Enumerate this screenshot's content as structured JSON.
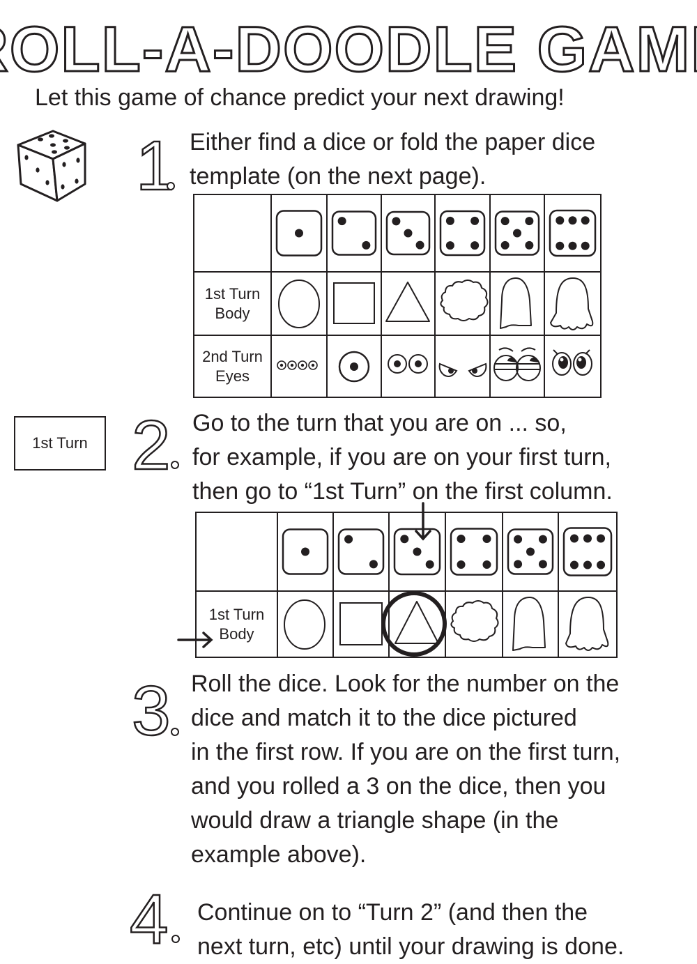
{
  "title": "ROLL-A-DOODLE GAME",
  "subtitle": "Let this game of chance predict your next drawing!",
  "steps": [
    {
      "number": "1",
      "lines": [
        "Either find a dice or fold the paper dice",
        "template (on the next page)."
      ]
    },
    {
      "number": "2",
      "lines": [
        "Go to the turn that you are on ... so,",
        "for example, if you are on your first turn,",
        "then go to “1st Turn” on the first column."
      ]
    },
    {
      "number": "3",
      "lines": [
        "Roll the dice. Look for the number on the",
        "dice and match it to the dice pictured",
        "in the first row. If you are on the first turn,",
        "and you rolled a 3 on the dice, then you",
        "would draw a triangle shape (in the",
        "example above)."
      ]
    },
    {
      "number": "4",
      "lines": [
        "Continue on to “Turn 2” (and then the",
        "next turn, etc) until your drawing is done."
      ]
    }
  ],
  "table1": {
    "dice_faces": [
      1,
      2,
      3,
      4,
      5,
      6
    ],
    "rows": [
      {
        "label_lines": [
          "1st Turn",
          "Body"
        ],
        "icons": [
          "oval-body-icon",
          "square-body-icon",
          "triangle-body-icon",
          "cloud-body-icon",
          "bullet-body-icon",
          "ghost-body-icon"
        ]
      },
      {
        "label_lines": [
          "2nd Turn",
          "Eyes"
        ],
        "icons": [
          "four-small-eyes-icon",
          "single-eye-icon",
          "two-round-eyes-icon",
          "angry-eyes-icon",
          "sleepy-eyes-icon",
          "cute-eyes-icon"
        ]
      }
    ]
  },
  "turn_box_label": "1st Turn",
  "table2": {
    "dice_faces": [
      1,
      2,
      3,
      4,
      5,
      6
    ],
    "row_label_lines": [
      "1st Turn",
      "Body"
    ],
    "icons": [
      "oval-body-icon",
      "square-body-icon",
      "triangle-body-icon",
      "cloud-body-icon",
      "bullet-body-icon",
      "ghost-body-icon"
    ],
    "highlighted_column": 3
  }
}
